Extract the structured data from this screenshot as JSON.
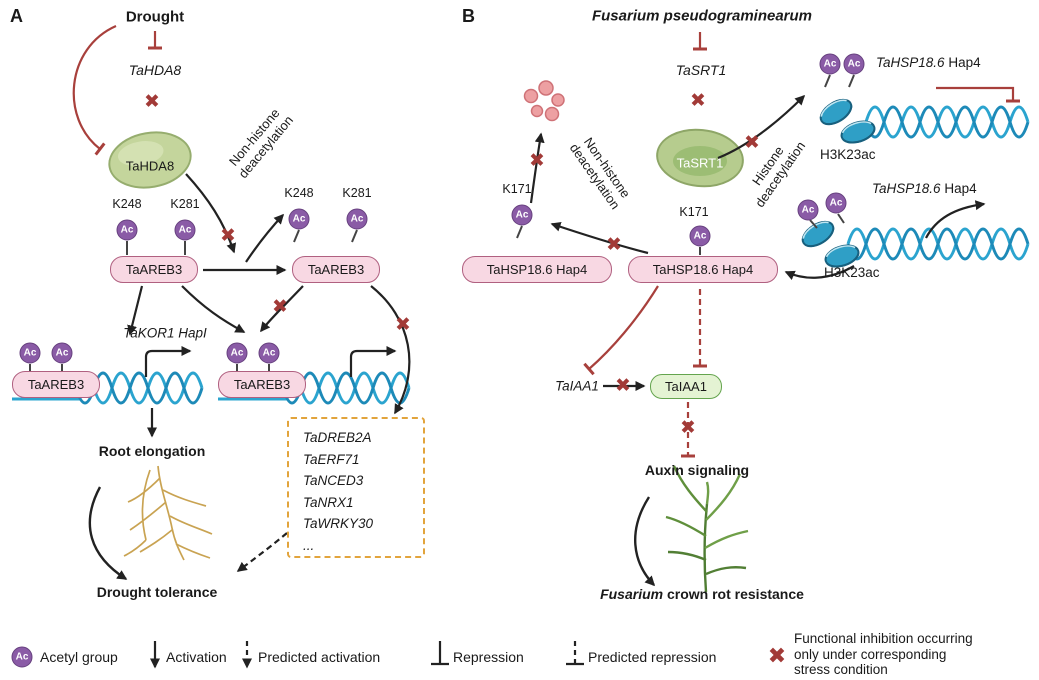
{
  "icons": {
    "ac": "Ac",
    "x": "✖"
  },
  "panel_a": {
    "label": "A",
    "drought": "Drought",
    "hda8_gene": "TaHDA8",
    "hda8_protein": "TaHDA8",
    "deacetylation_line1": "Non-histone",
    "deacetylation_line2": "deacetylation",
    "k248": "K248",
    "k281": "K281",
    "areb3": "TaAREB3",
    "kor1_label": "TaKOR1 HapI",
    "genes": [
      "TaDREB2A",
      "TaERF71",
      "TaNCED3",
      "TaNRX1",
      "TaWRKY30",
      "..."
    ],
    "root_elongation": "Root elongation",
    "drought_tolerance": "Drought tolerance"
  },
  "panel_b": {
    "label": "B",
    "pathogen": "Fusarium pseudograminearum",
    "srt1_gene": "TaSRT1",
    "srt1_protein": "TaSRT1",
    "k171": "K171",
    "nonhistone_line1": "Non-histone",
    "nonhistone_line2": "deacetylation",
    "histone_line1": "Histone",
    "histone_line2": "deacetylation",
    "hsp_gene_italic": "TaHSP18.6",
    "hsp_gene_rest": " Hap4",
    "hsp_box": "TaHSP18.6 Hap4",
    "h3k23ac": "H3K23ac",
    "iaa1_gene": "TaIAA1",
    "iaa1_protein": "TaIAA1",
    "auxin": "Auxin signaling",
    "fcr_italic": "Fusarium",
    "fcr_rest": " crown rot resistance"
  },
  "legend": {
    "acetyl": "Acetyl group",
    "activation": "Activation",
    "predicted_activation": "Predicted activation",
    "repression": "Repression",
    "predicted_repression": "Predicted repression",
    "inhibition_line1": "Functional inhibition occurring",
    "inhibition_line2": "only under corresponding",
    "inhibition_line3": "stress condition"
  },
  "colors": {
    "repression_red": "#a8403c",
    "x_red": "#a23a37",
    "acetyl_purple": "#8a5ba6",
    "pink_box_fill": "#f8d8e3",
    "pink_box_border": "#b06080",
    "dna_cyan": "#2ba4cf",
    "nucleosome_teal": "#2f9fc6",
    "protein_blob_green": "#c0d398",
    "iaa_box_fill": "#e4f3d3",
    "iaa_box_border": "#64a44e",
    "gene_box_dash": "#e2a43c",
    "arrow_black": "#222222",
    "root_tan": "#c9a352",
    "wheat_green": "#5f8f3b"
  }
}
